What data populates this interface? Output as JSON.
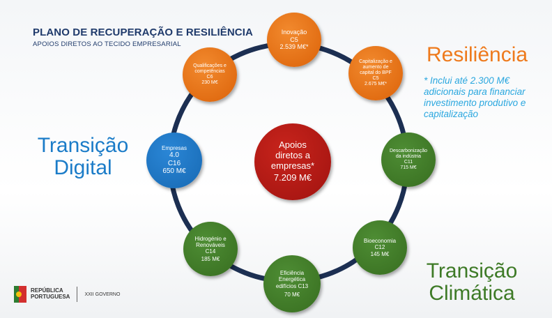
{
  "header": {
    "title": "PLANO DE RECUPERAÇÃO E RESILIÊNCIA",
    "subtitle": "APOIOS DIRETOS AO TECIDO EMPRESARIAL"
  },
  "center": {
    "line1": "Apoios",
    "line2": "diretos a",
    "line3": "empresas*",
    "value": "7.209 M€"
  },
  "nodes": {
    "inovacao": {
      "name": "Inovação",
      "code": "C5",
      "value": "2.539 M€*"
    },
    "capitalizacao": {
      "line1": "Capitalização e",
      "line2": "aumento de",
      "line3": "capital do BPF",
      "code": "C5",
      "value": "2.675 M€*"
    },
    "descarbonizacao": {
      "line1": "Descarbonização",
      "line2": "da indústria",
      "code": "C11",
      "value": "715 M€"
    },
    "bioeconomia": {
      "name": "Bioeconomia",
      "code": "C12",
      "value": "145 M€"
    },
    "eficiencia": {
      "line1": "Eficiência",
      "line2": "Energética",
      "line3": "edifícios C13",
      "value": "70 M€"
    },
    "hidrogenio": {
      "line1": "Hidrogénio e",
      "line2": "Renováveis",
      "code": "C14",
      "value": "185 M€"
    },
    "empresas": {
      "line1": "Empresas",
      "line2": "4.0",
      "code": "C16",
      "value": "650 M€"
    },
    "qualificacoes": {
      "line1": "Qualificações e",
      "line2": "competências",
      "code": "C6",
      "value": "230 M€"
    }
  },
  "labels": {
    "digital_line1": "Transição",
    "digital_line2": "Digital",
    "resiliencia": "Resiliência",
    "climatica_line1": "Transição",
    "climatica_line2": "Climática"
  },
  "note": "* Inclui até 2.300 M€ adicionais para financiar investimento produtivo e capitalização",
  "footer": {
    "republica_line1": "REPÚBLICA",
    "republica_line2": "PORTUGUESA",
    "governo": "XXII GOVERNO"
  },
  "colors": {
    "orange": "#e06a10",
    "green": "#3c7424",
    "blue": "#1b6fba",
    "red": "#a81612",
    "navy": "#1f3a6b"
  }
}
